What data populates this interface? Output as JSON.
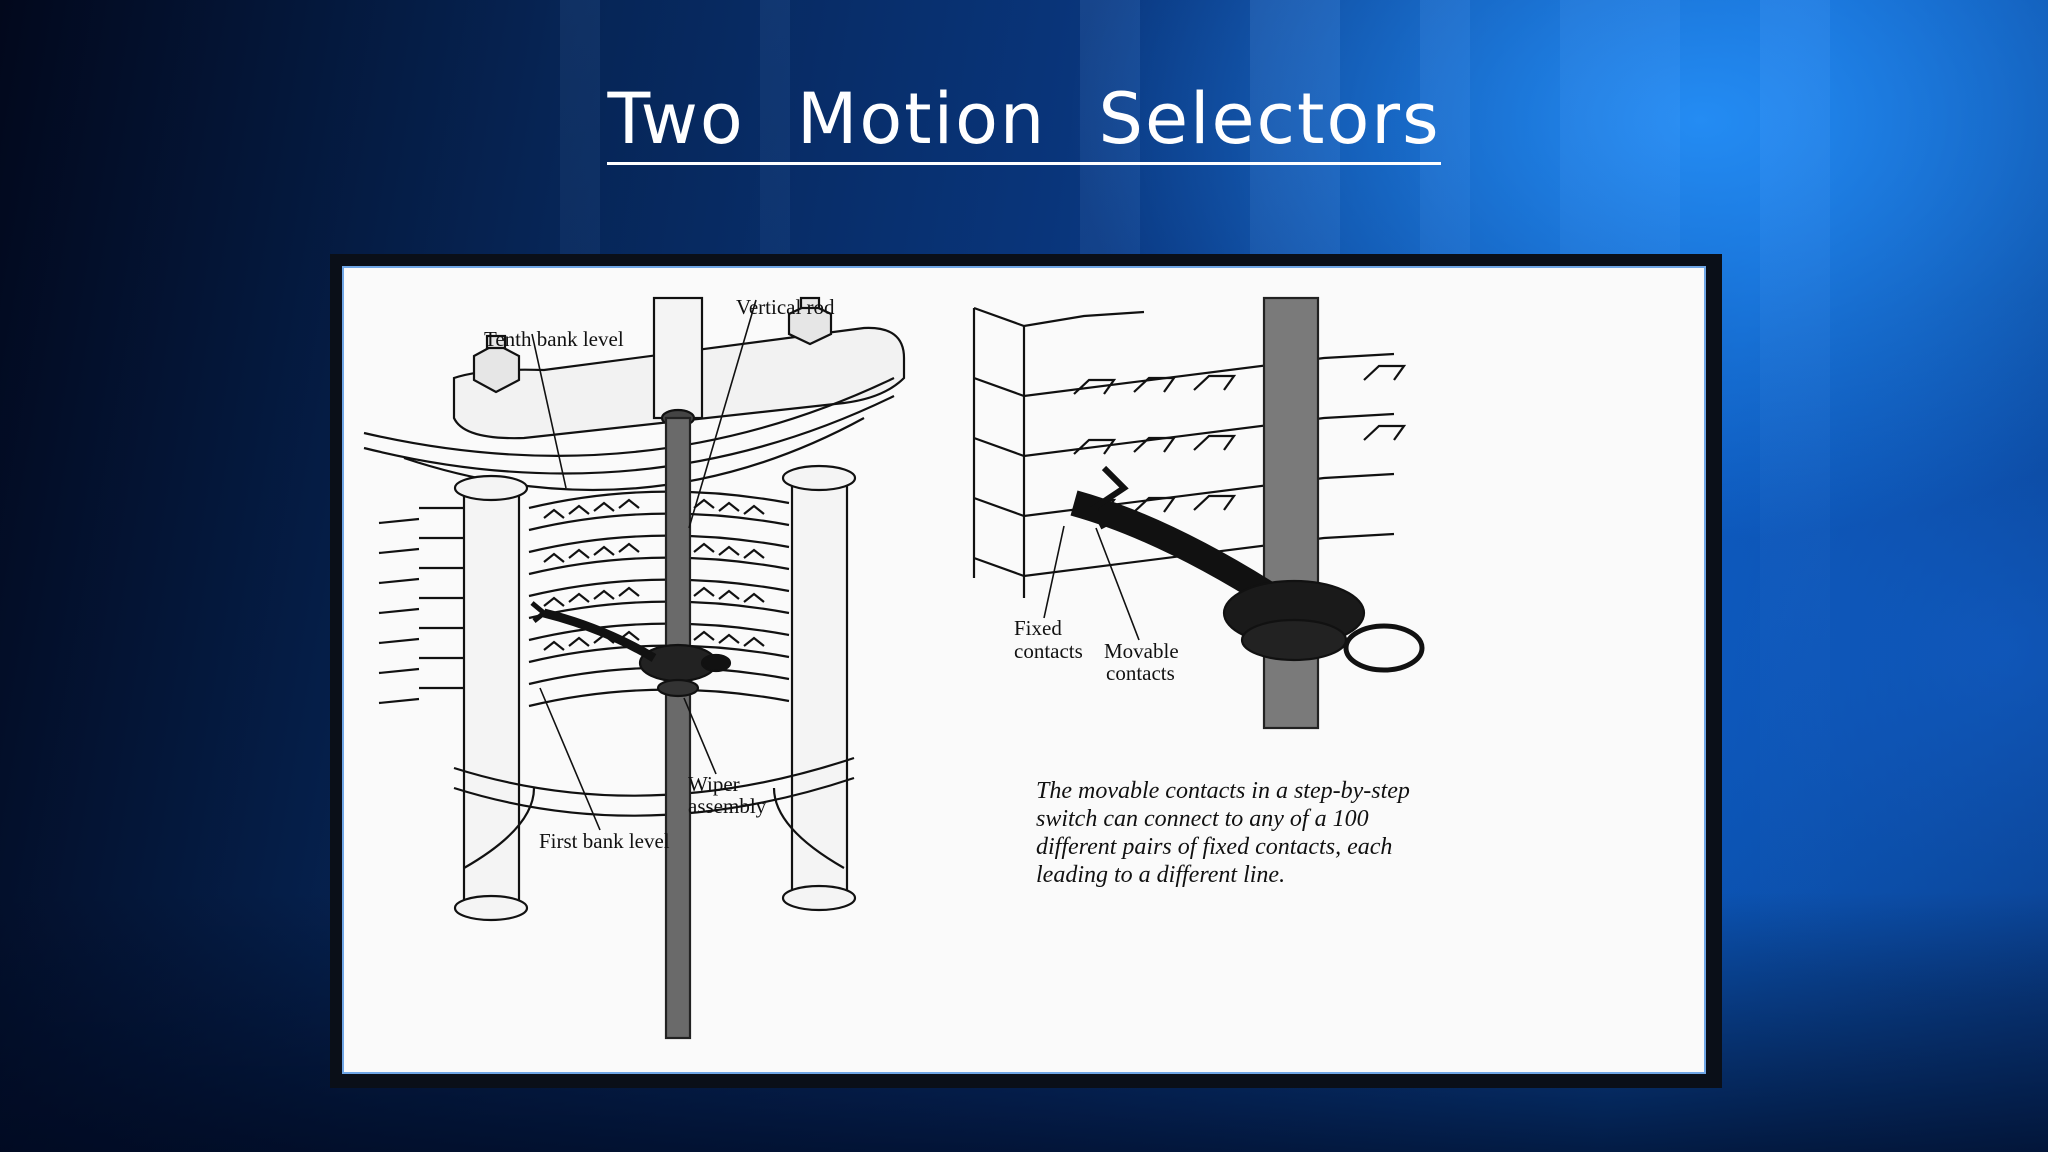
{
  "slide": {
    "title": "Two  Motion  Selectors"
  },
  "figure": {
    "labels": {
      "vertical_rod": "Vertical rod",
      "tenth_bank_level": "Tenth bank level",
      "wiper_line1": "Wiper",
      "wiper_line2": "assembly",
      "first_bank_level": "First bank level",
      "fixed_line1": "Fixed",
      "fixed_line2": "contacts",
      "movable_line1": "Movable",
      "movable_line2": "contacts"
    },
    "caption_lines": [
      "The movable contacts in a step-by-step",
      "switch can connect to any of a 100",
      "different pairs of fixed contacts, each",
      "leading to a different line."
    ]
  },
  "colors": {
    "panel_border": "#6fa6e6",
    "title_text": "#ffffff"
  }
}
